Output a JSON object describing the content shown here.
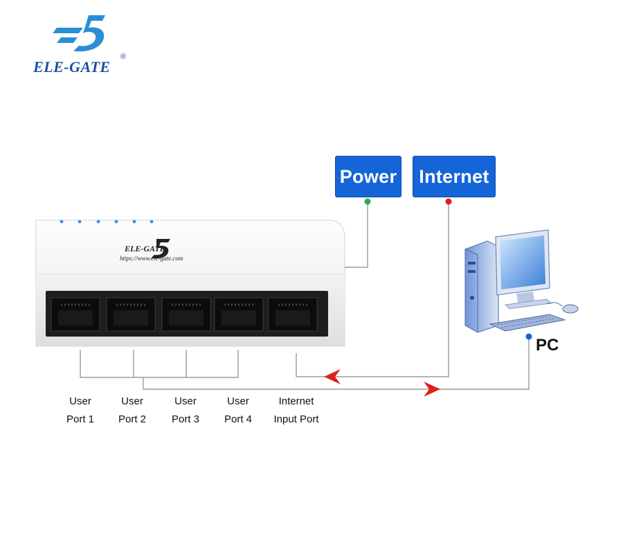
{
  "logo": {
    "brand": "ELE-GATE",
    "registered": "®",
    "emblem": "E5-logo-icon"
  },
  "device": {
    "brand": "ELE-GATE",
    "url": "https://www.ele-gate.com",
    "led_count": 6,
    "port_count": 5
  },
  "tags": {
    "power": "Power",
    "internet": "Internet"
  },
  "pc_label": "PC",
  "ports": [
    {
      "line1": "User",
      "line2": "Port 1"
    },
    {
      "line1": "User",
      "line2": "Port 2"
    },
    {
      "line1": "User",
      "line2": "Port 3"
    },
    {
      "line1": "User",
      "line2": "Port 4"
    },
    {
      "line1": "Internet",
      "line2": "Input Port"
    }
  ],
  "colors": {
    "tag_blue": "#1565d8",
    "power_dot": "#22b14c",
    "internet_dot": "#e0201c",
    "pc_dot": "#1565d8",
    "arrow_red": "#e0201c",
    "led_blue": "#3a8ee6"
  }
}
